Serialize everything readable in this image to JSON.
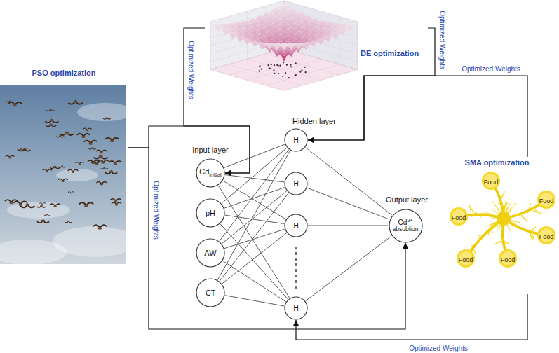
{
  "diagram": {
    "nodes": [
      {
        "text": [
          "DE optimization"
        ]
      },
      {
        "text": [
          "PSO optimization"
        ]
      },
      {
        "text": [
          "Cd",
          "initial"
        ]
      },
      {
        "text": [
          "pH"
        ]
      },
      {
        "text": [
          "AW"
        ]
      },
      {
        "text": [
          "CT"
        ]
      },
      {
        "text": [
          "H"
        ]
      },
      {
        "text": [
          "H"
        ]
      },
      {
        "text": [
          "H"
        ]
      },
      {
        "text": [
          "H"
        ]
      },
      {
        "text": [
          "Cd",
          "2+",
          "absobtion"
        ]
      },
      {
        "text": [
          "SMA optimization"
        ]
      }
    ],
    "edges": [
      {
        "from": 0,
        "to": 2,
        "arrow": "to",
        "label": "Optimized Weights"
      },
      {
        "from": 1,
        "to": 2,
        "arrow": "to",
        "label": "Optimized Weights"
      },
      {
        "from": 0,
        "to": 6,
        "arrow": "to",
        "label": "Optimized Weights"
      },
      {
        "from": 11,
        "to": 6,
        "arrow": "to",
        "label": "Optimized Weights"
      },
      {
        "from": 1,
        "to": 10,
        "arrow": "to"
      },
      {
        "from": 11,
        "to": 9,
        "arrow": "to",
        "label": "Optimized Weights"
      },
      {
        "from": 2,
        "to": 6,
        "arrow": "none"
      },
      {
        "from": 2,
        "to": 7,
        "arrow": "none"
      },
      {
        "from": 2,
        "to": 8,
        "arrow": "none"
      },
      {
        "from": 2,
        "to": 9,
        "arrow": "none"
      },
      {
        "from": 3,
        "to": 6,
        "arrow": "none"
      },
      {
        "from": 3,
        "to": 7,
        "arrow": "none"
      },
      {
        "from": 3,
        "to": 8,
        "arrow": "none"
      },
      {
        "from": 3,
        "to": 9,
        "arrow": "none"
      },
      {
        "from": 4,
        "to": 6,
        "arrow": "none"
      },
      {
        "from": 4,
        "to": 7,
        "arrow": "none"
      },
      {
        "from": 4,
        "to": 8,
        "arrow": "none"
      },
      {
        "from": 4,
        "to": 9,
        "arrow": "none"
      },
      {
        "from": 5,
        "to": 6,
        "arrow": "none"
      },
      {
        "from": 5,
        "to": 7,
        "arrow": "none"
      },
      {
        "from": 5,
        "to": 8,
        "arrow": "none"
      },
      {
        "from": 5,
        "to": 9,
        "arrow": "none"
      },
      {
        "from": 6,
        "to": 10,
        "arrow": "none"
      },
      {
        "from": 7,
        "to": 10,
        "arrow": "none"
      },
      {
        "from": 8,
        "to": 10,
        "arrow": "none"
      },
      {
        "from": 9,
        "to": 10,
        "arrow": "none"
      }
    ],
    "labels": [
      "Input layer",
      "Hidden layer",
      "Output layer",
      "Food",
      "Food",
      "Food",
      "Food",
      "Food",
      "Food"
    ]
  }
}
